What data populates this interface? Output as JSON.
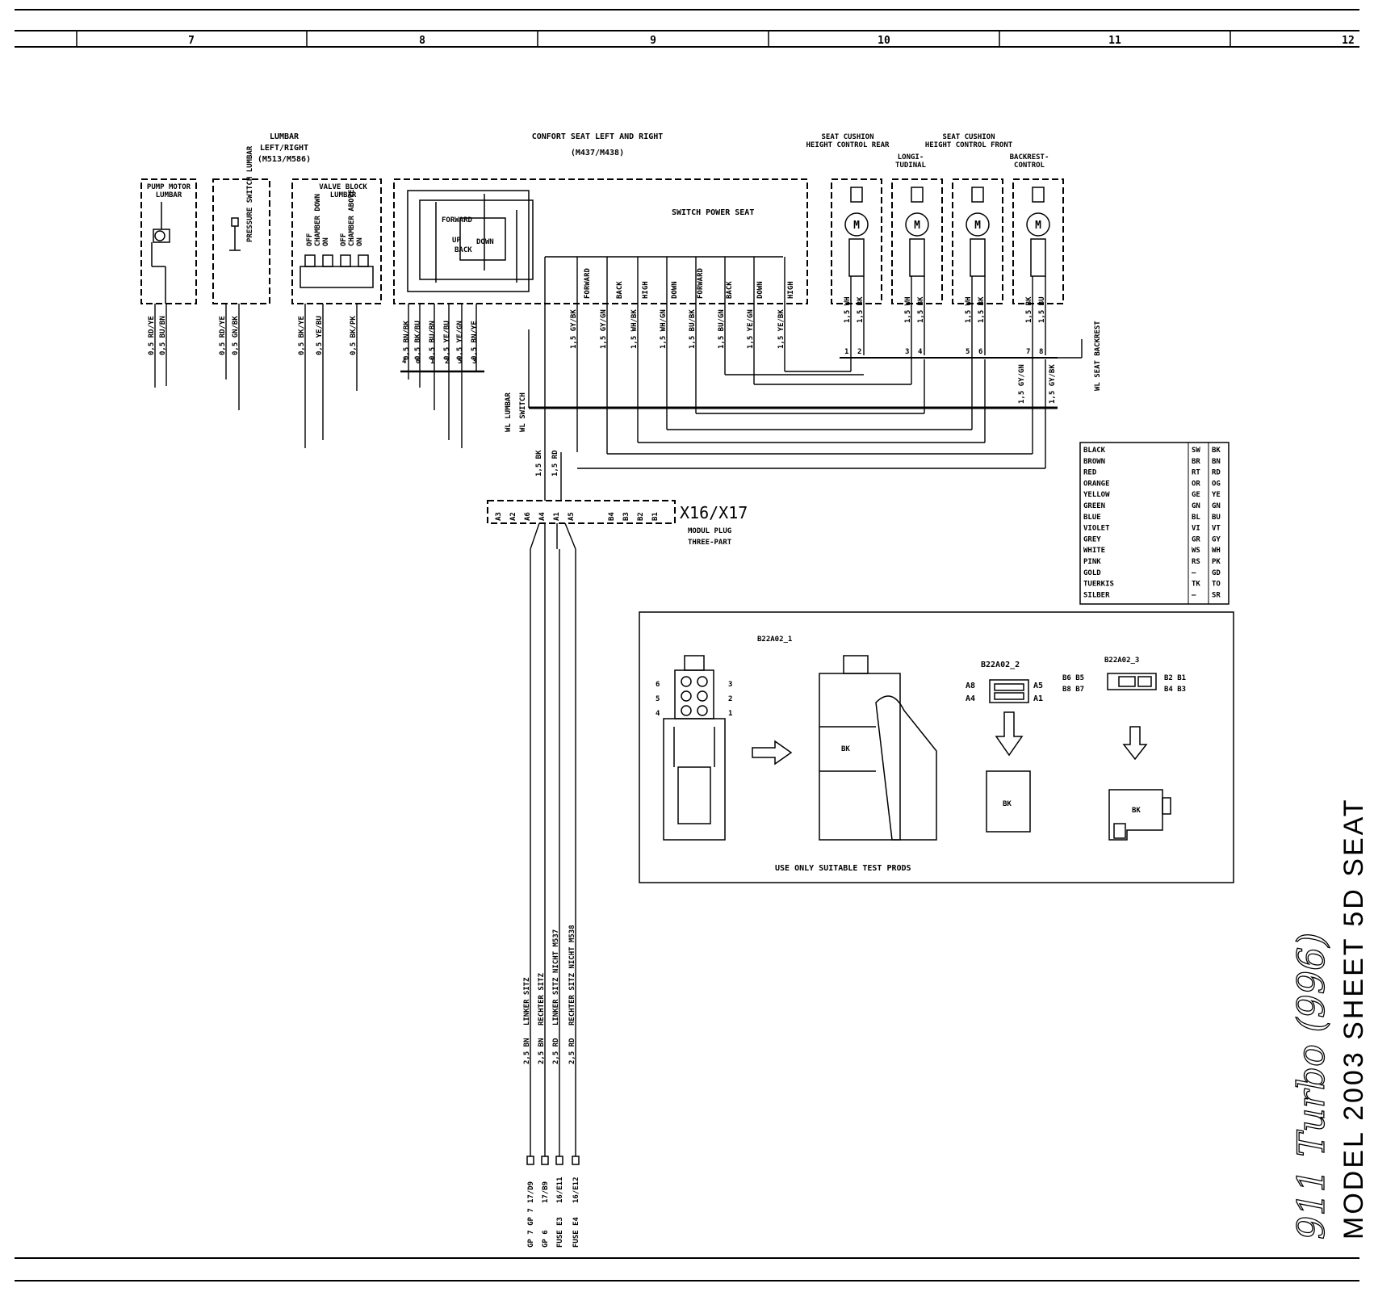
{
  "grid": {
    "columns": [
      "7",
      "8",
      "9",
      "10",
      "11",
      "12"
    ]
  },
  "lumbar": {
    "title": [
      "LUMBAR",
      "LEFT/RIGHT",
      "(M513/M586)"
    ],
    "pump_label": [
      "PUMP MOTOR",
      "LUMBAR"
    ],
    "pressure_label": "PRESSURE SWITCH LUMBAR",
    "valve_label": [
      "VALVE BLOCK",
      "LUMBAR"
    ],
    "valve_positions": [
      "OFF",
      "CHAMBER DOWN",
      "ON",
      "OFF",
      "CHAMBER ABOVE",
      "ON"
    ],
    "wires": [
      "0,5 RD/YE",
      "0,5 BU/BN",
      "0,5 RD/YE",
      "0,5 GN/BK",
      "0,5 BK/YE",
      "0,5 YE/BU",
      "0,5 BK/PK"
    ]
  },
  "comfort": {
    "title": [
      "CONFORT SEAT LEFT AND RIGHT",
      "(M437/M438)"
    ],
    "switch_label": "SWITCH POWER SEAT",
    "switch_dirs": [
      "FORWARD",
      "UP",
      "BACK",
      "DOWN"
    ],
    "contacts": [
      "FORWARD",
      "BACK",
      "HIGH",
      "DOWN",
      "FORWARD",
      "BACK",
      "DOWN",
      "HIGH"
    ],
    "lumbar_wires": [
      "0,5 BN/BK",
      "0,5 BK/BU",
      "0,5 BU/BN",
      "0,5 YE/BU",
      "0,5 YE/GN",
      "0,5 BN/YE"
    ],
    "lumbar_pins": [
      "4",
      "6",
      "1",
      "2",
      "5",
      "3"
    ],
    "wires": [
      "1,5 GY/BK",
      "1,5 GY/GN",
      "1,5 WH/BK",
      "1,5 WH/GN",
      "1,5 BU/BK",
      "1,5 BU/GN",
      "1,5 YE/GN",
      "1,5 YE/BK"
    ],
    "wl_lumbar": "WL LUMBAR",
    "wl_switch": "WL SWITCH"
  },
  "motors": {
    "labels": [
      [
        "SEAT CUSHION",
        "HEIGHT CONTROL REAR"
      ],
      [
        "LONGI-",
        "TUDINAL"
      ],
      [
        "SEAT CUSHION",
        "HEIGHT CONTROL FRONT"
      ],
      [
        "BACKREST-",
        "CONTROL"
      ]
    ],
    "symbol": "M",
    "wire_pairs": [
      [
        "1,5 WH",
        "1,5 BK"
      ],
      [
        "1,5 WH",
        "1,5 BK"
      ],
      [
        "1,5 WH",
        "1,5 BK"
      ],
      [
        "1,5 BK",
        "1,5 BU"
      ]
    ],
    "pins": [
      [
        "1",
        "2"
      ],
      [
        "3",
        "4"
      ],
      [
        "5",
        "6"
      ],
      [
        "7",
        "8"
      ]
    ],
    "backrest_wires": [
      "1,5 GY/GN",
      "1,5 GY/BK"
    ],
    "wl_backrest": "WL SEAT BACKREST"
  },
  "connector": {
    "name": "X16/X17",
    "desc": [
      "MODUL  PLUG",
      "THREE-PART"
    ],
    "pins": [
      "A3",
      "A2",
      "A6",
      "A4",
      "A1",
      "A5",
      "B4",
      "B3",
      "B2",
      "B1"
    ],
    "feed_wires": [
      "1,5 BK",
      "1,5 RD"
    ],
    "lines": [
      {
        "wire": "2,5 BN",
        "text": "LINKER SITZ",
        "ref": "17/D9",
        "point": "GP 7  GP 7"
      },
      {
        "wire": "2,5 BN",
        "text": "RECHTER SITZ",
        "ref": "17/B9",
        "point": "GP 6"
      },
      {
        "wire": "2,5 RD",
        "text": "LINKER SITZ NICHT M537",
        "ref": "16/E11",
        "point": "FUSE E3"
      },
      {
        "wire": "2,5 RD",
        "text": "RECHTER SITZ NICHT M538",
        "ref": "16/E12",
        "point": "FUSE E4"
      }
    ]
  },
  "color_table": [
    [
      "BLACK",
      "SW",
      "BK"
    ],
    [
      "BROWN",
      "BR",
      "BN"
    ],
    [
      "RED",
      "RT",
      "RD"
    ],
    [
      "ORANGE",
      "OR",
      "OG"
    ],
    [
      "YELLOW",
      "GE",
      "YE"
    ],
    [
      "GREEN",
      "GN",
      "GN"
    ],
    [
      "BLUE",
      "BL",
      "BU"
    ],
    [
      "VIOLET",
      "VI",
      "VT"
    ],
    [
      "GREY",
      "GR",
      "GY"
    ],
    [
      "WHITE",
      "WS",
      "WH"
    ],
    [
      "PINK",
      "RS",
      "PK"
    ],
    [
      "GOLD",
      "—",
      "GD"
    ],
    [
      "TUERKIS",
      "TK",
      "TO"
    ],
    [
      "SILBER",
      "—",
      "SR"
    ]
  ],
  "inset": {
    "c1": "B22A02_1",
    "c2": "B22A02_2",
    "c3": "B22A02_3",
    "c1_pins": [
      "6",
      "5",
      "4",
      "3",
      "2",
      "1"
    ],
    "c2_pins": [
      "A8",
      "A4",
      "A5",
      "A1"
    ],
    "c3_pins": [
      "B6 B5",
      "B8 B7",
      "B2 B1",
      "B4 B3"
    ],
    "bk": "BK",
    "note": "USE ONLY SUITABLE TEST PRODS"
  },
  "side": {
    "script_title": "911 Turbo (996)",
    "line": "MODEL 2003 SHEET 5D SEAT"
  }
}
